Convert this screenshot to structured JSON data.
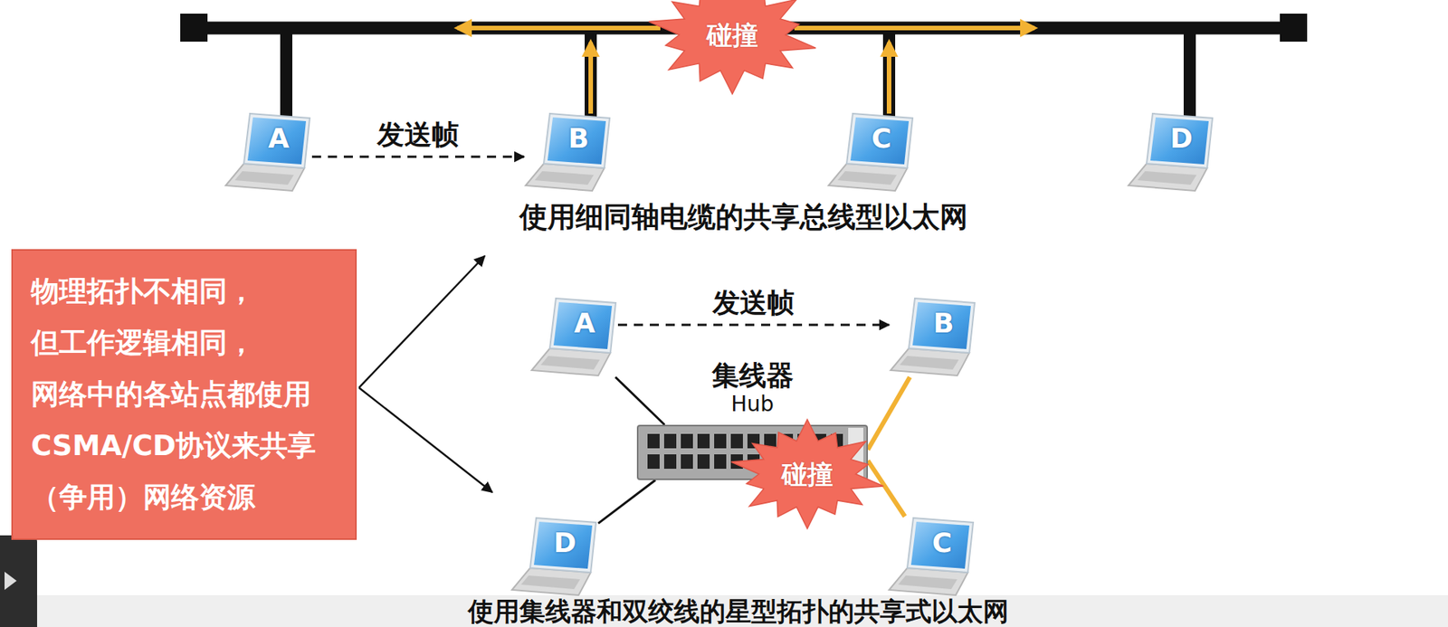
{
  "diagram": {
    "nodes": [
      {
        "text": [
          "A"
        ]
      },
      {
        "text": [
          "B"
        ]
      },
      {
        "text": [
          "C"
        ]
      },
      {
        "text": [
          "D"
        ]
      },
      {
        "text": [
          "碰撞"
        ]
      },
      {
        "text": [
          "物理拓扑不相同， 但工作逻辑相同， 网络中的各站点都使用 CSMA/CD协议来共享 （争用）网络资源"
        ]
      },
      {
        "text": [
          "集线器",
          "Hub"
        ]
      },
      {
        "text": [
          "A"
        ]
      },
      {
        "text": [
          "B"
        ]
      },
      {
        "text": [
          "C"
        ]
      },
      {
        "text": [
          "D"
        ]
      },
      {
        "text": [
          "碰撞"
        ]
      }
    ],
    "edges": [
      {
        "from": 0,
        "to": 1,
        "label": "发送帧",
        "arrow": "to"
      },
      {
        "from": 7,
        "to": 8,
        "label": "发送帧",
        "arrow": "to"
      },
      {
        "from": 7,
        "to": 6,
        "arrow": "none"
      },
      {
        "from": 8,
        "to": 6,
        "arrow": "none"
      },
      {
        "from": 9,
        "to": 6,
        "arrow": "none"
      },
      {
        "from": 10,
        "to": 6,
        "arrow": "none"
      }
    ],
    "labels": [
      "使用细同轴电缆的共享总线型以太网",
      "使用集线器和双绞线的星型拓扑的共享式以太网"
    ]
  }
}
